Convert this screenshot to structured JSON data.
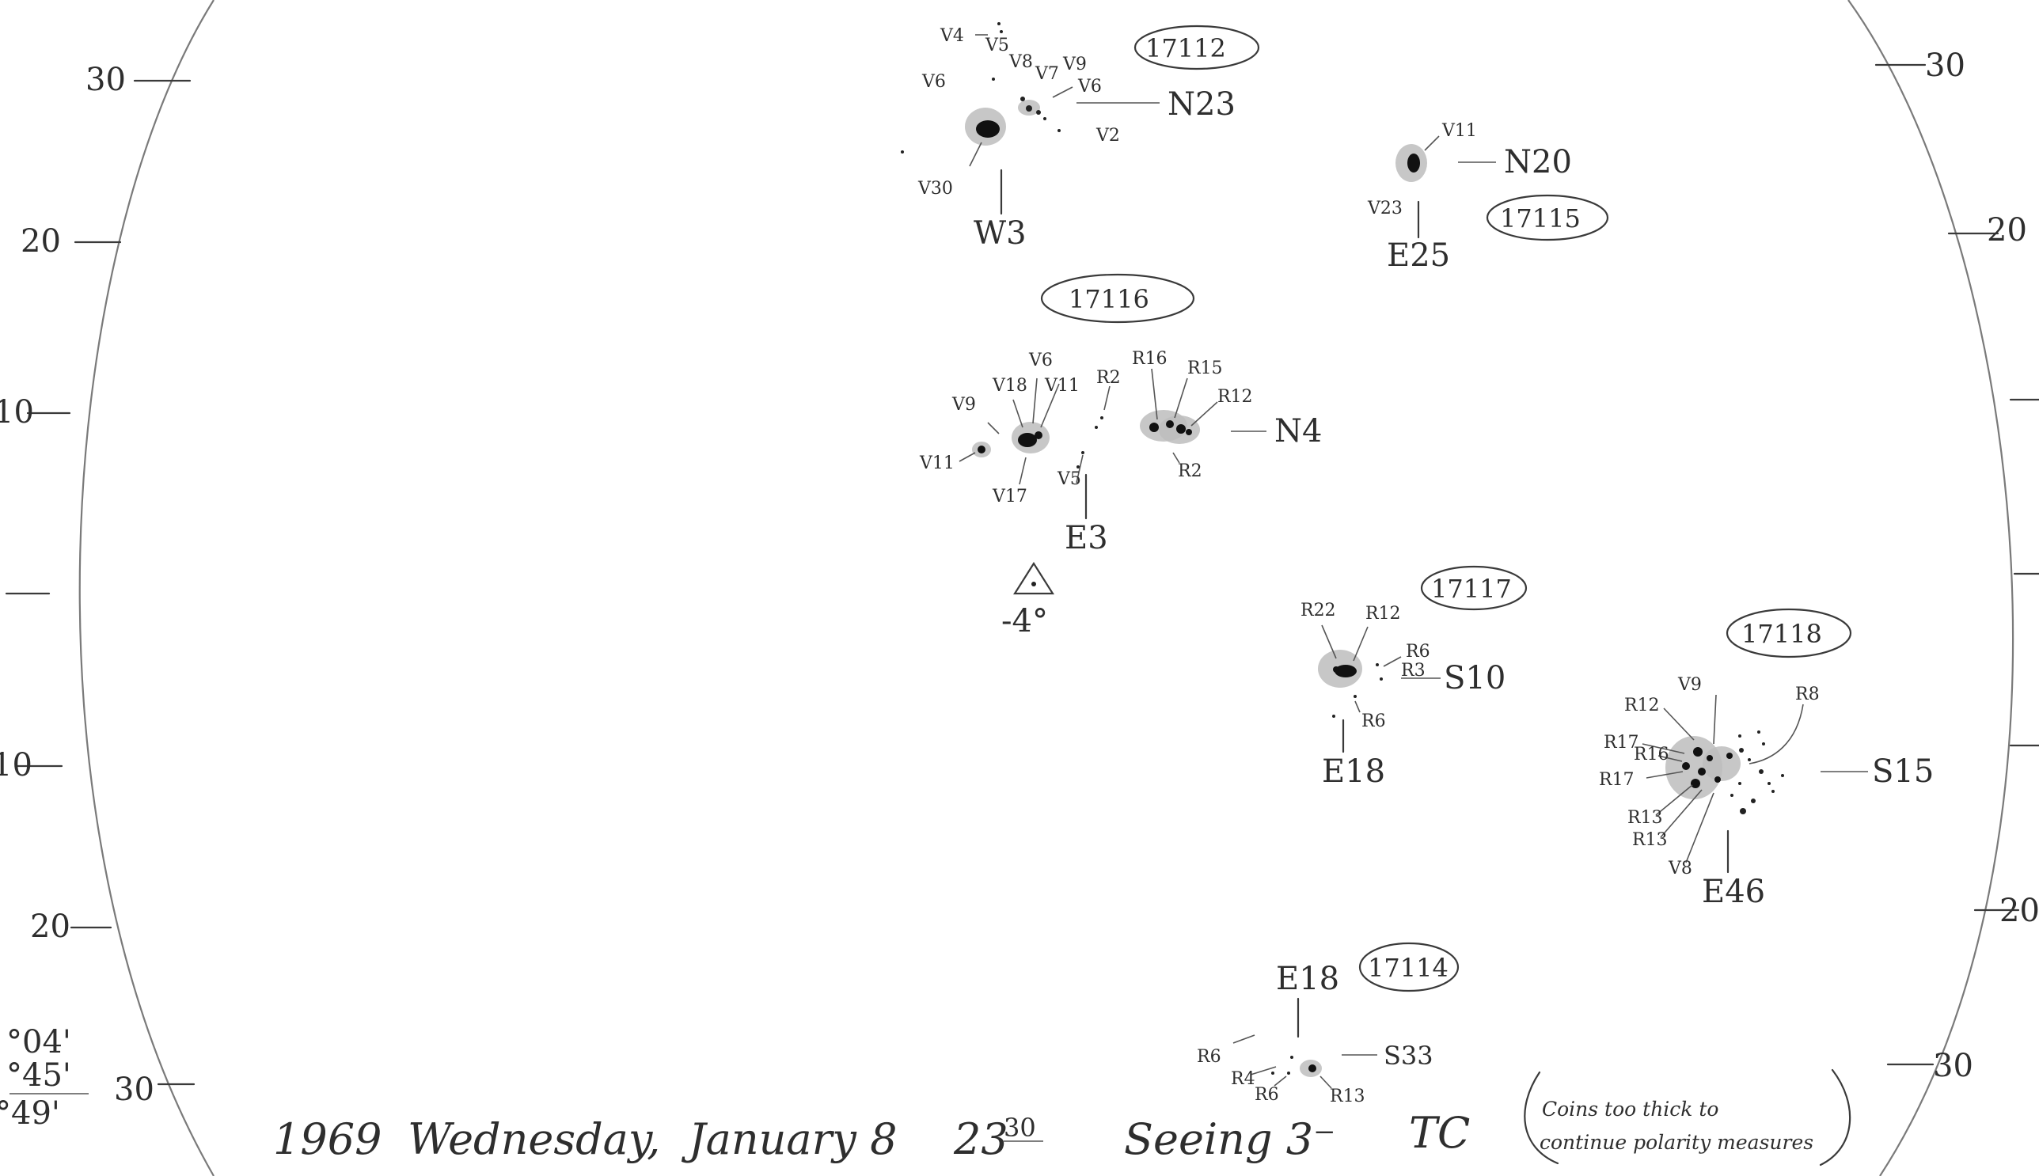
{
  "latitude_ticks_left": [
    "30",
    "20",
    "10",
    "10",
    "20",
    "30"
  ],
  "latitude_ticks_right": [
    "30",
    "20",
    "20",
    "30"
  ],
  "regions": [
    {
      "number": "17112",
      "position_label": "N23",
      "meridian_label": "W3",
      "spot_labels": [
        "V4",
        "V5",
        "V6",
        "V8",
        "V7",
        "V9",
        "V6",
        "V2",
        "V30"
      ]
    },
    {
      "number": "17115",
      "position_label": "N20",
      "meridian_label": "E25",
      "spot_labels": [
        "V11",
        "V23"
      ]
    },
    {
      "number": "17116",
      "position_label": "N4",
      "meridian_label": "E3",
      "spot_labels": [
        "V9",
        "V18",
        "V6",
        "V11",
        "V11",
        "V17",
        "V5",
        "R2",
        "R16",
        "R15",
        "R12",
        "R2"
      ]
    },
    {
      "number": "17117",
      "position_label": "S10",
      "meridian_label": "E18",
      "spot_labels": [
        "R22",
        "R12",
        "R6",
        "R3",
        "R6"
      ]
    },
    {
      "number": "17118",
      "position_label": "S15",
      "meridian_label": "E46",
      "spot_labels": [
        "R12",
        "V9",
        "R8",
        "R17",
        "R16",
        "R17",
        "R13",
        "R13",
        "V8"
      ]
    },
    {
      "number": "17114",
      "position_label": "S33",
      "meridian_label": "E18",
      "spot_labels": [
        "R6",
        "R4",
        "R6",
        "R13"
      ]
    }
  ],
  "orientation_mark": {
    "symbol": "△",
    "value": "-4°"
  },
  "margin_angles": [
    "°04'",
    "°45'",
    "°49'"
  ],
  "caption": {
    "year": "1969",
    "weekday": "Wednesday,",
    "date": "January 8",
    "time_hours": "23",
    "time_minutes": "30",
    "seeing": "Seeing 3⁻",
    "observer": "TC"
  },
  "note": {
    "line1": "Coins too thick to",
    "line2": "continue polarity measures"
  }
}
